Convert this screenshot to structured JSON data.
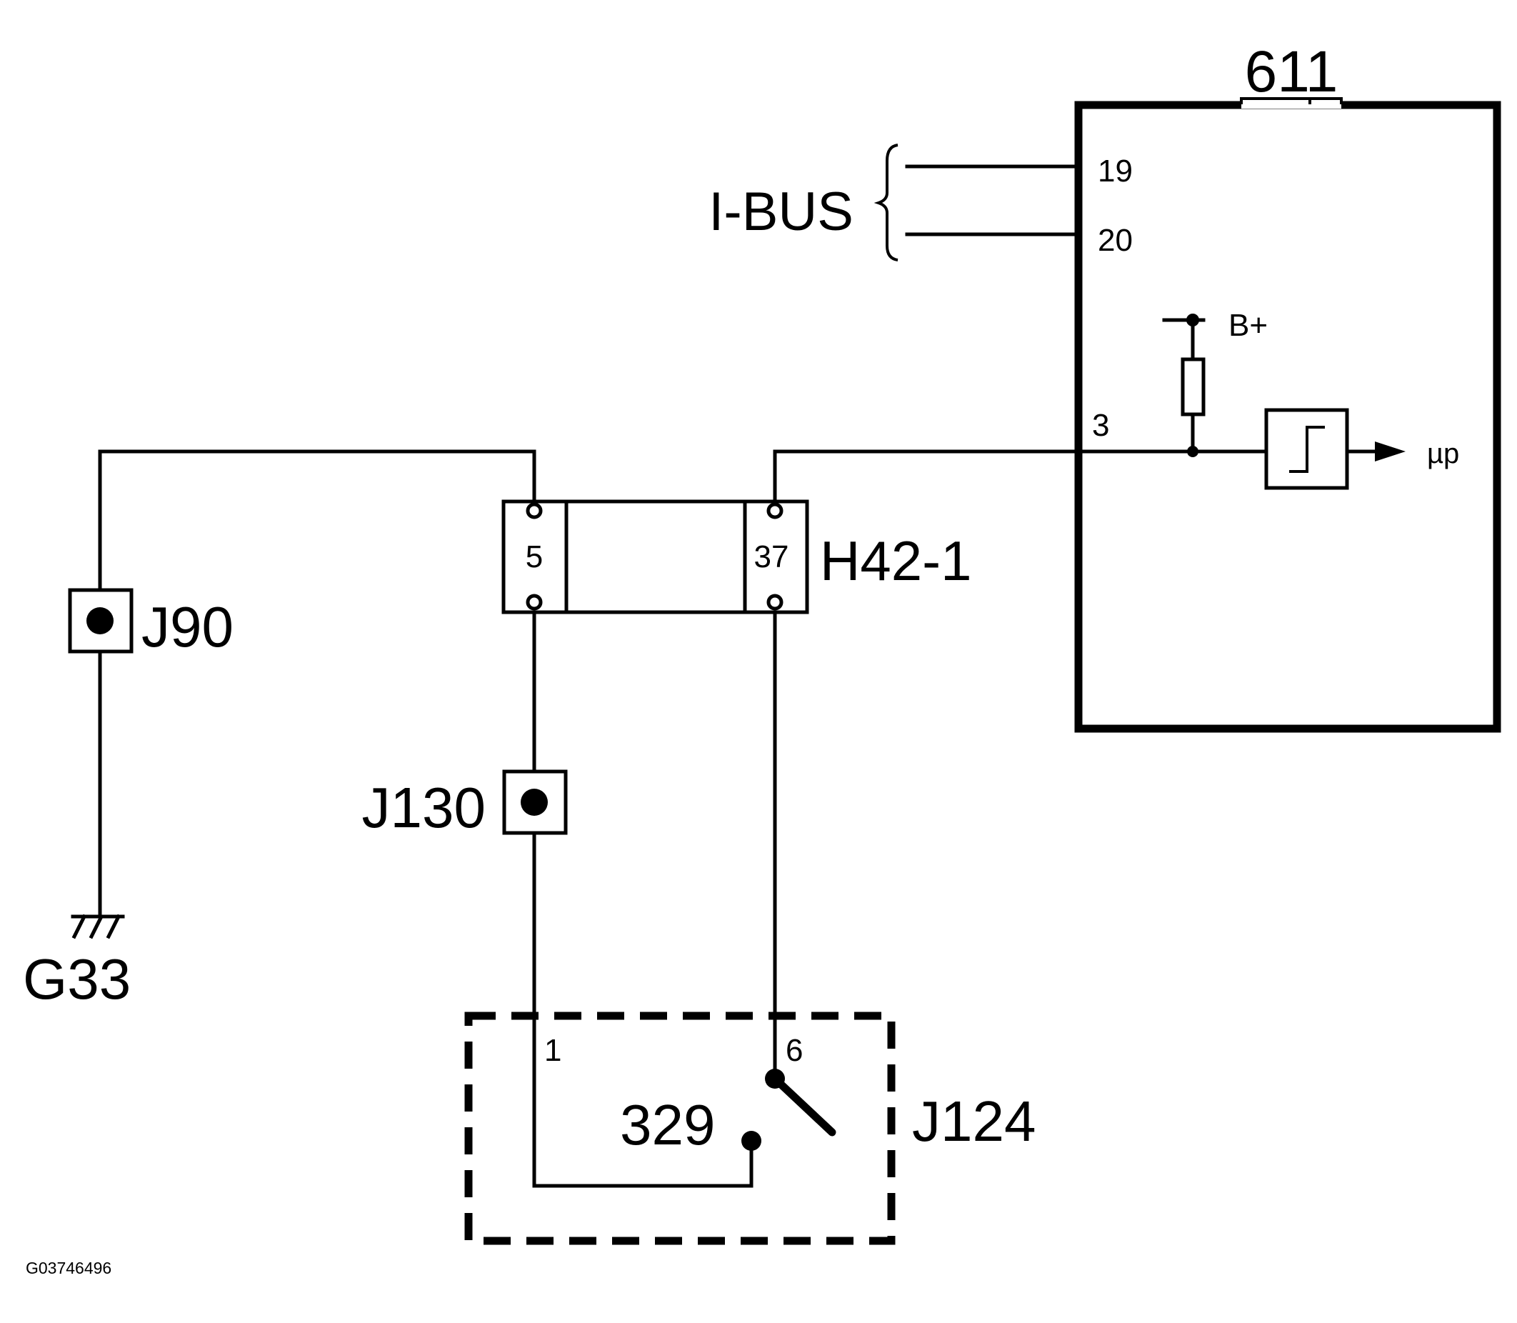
{
  "module": {
    "id": "611",
    "pins": {
      "i_bus_a": "19",
      "i_bus_b": "20",
      "input": "3"
    },
    "supply": "B+",
    "output": "µp"
  },
  "bus": {
    "label": "I-BUS"
  },
  "connector": {
    "id": "H42-1",
    "pin_left": "5",
    "pin_right": "37"
  },
  "splices": {
    "upper": "J90",
    "lower": "J130"
  },
  "ground": {
    "id": "G33"
  },
  "switch_component": {
    "id": "329",
    "connector": "J124",
    "pin_left": "1",
    "pin_right": "6"
  },
  "figure_id": "G03746496"
}
